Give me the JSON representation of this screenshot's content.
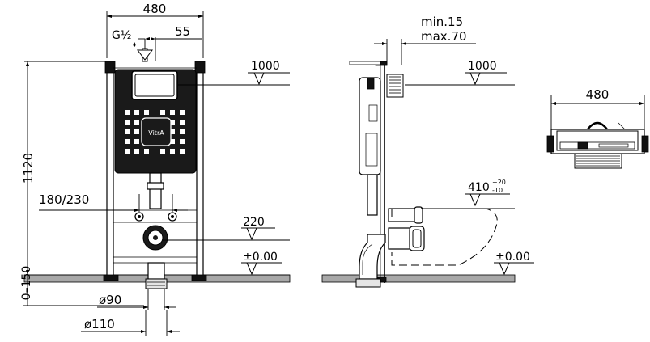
{
  "front_view": {
    "width": "480",
    "inlet": "G½",
    "inlet_offset": "55",
    "height": "1120",
    "button_height": "1000",
    "fixing_distance": "180/230",
    "outlet_height": "220",
    "floor_level": "±0.00",
    "floor_adjust": "0–150",
    "pipe_small": "ø90",
    "pipe_large": "ø110",
    "brand": "VitrA"
  },
  "side_view": {
    "depth_min": "min.15",
    "depth_max": "max.70",
    "button_height": "1000",
    "bowl_length_base": "410",
    "bowl_length_tol_plus": "+20",
    "bowl_length_tol_minus": "-10",
    "floor_level": "±0.00"
  },
  "top_view": {
    "width": "480"
  }
}
